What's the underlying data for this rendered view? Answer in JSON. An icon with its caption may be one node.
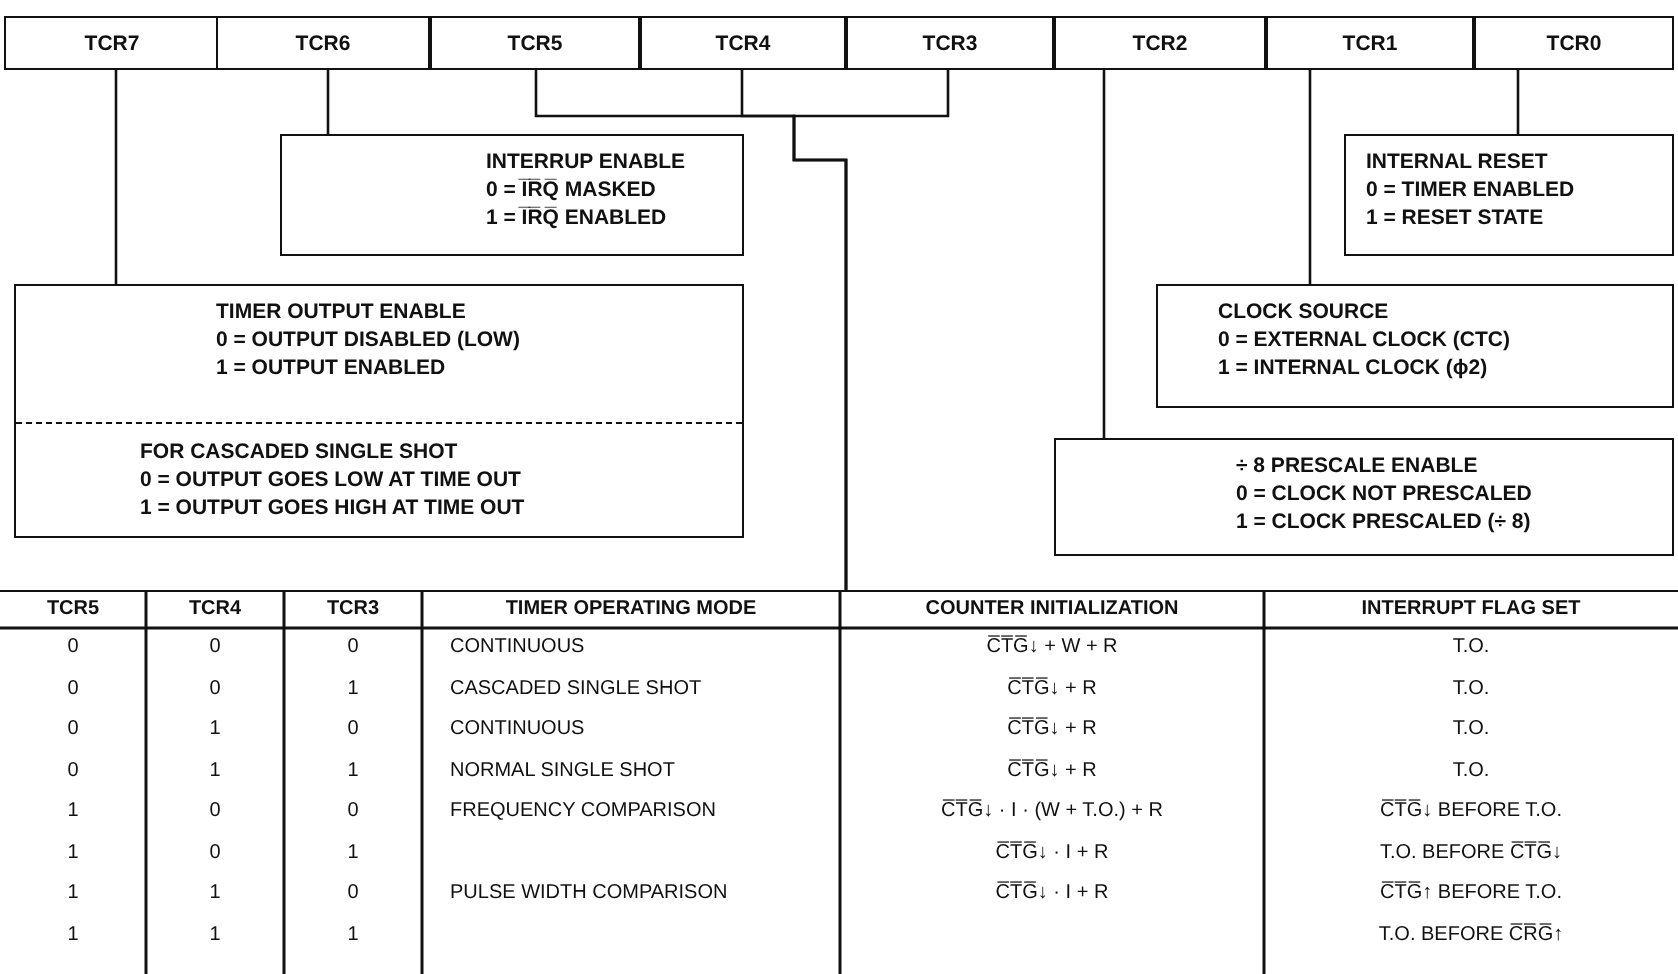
{
  "diagram": {
    "nodes": [
      {
        "text": [
          "TCR7"
        ]
      },
      {
        "text": [
          "TCR6"
        ]
      },
      {
        "text": [
          "TCR5"
        ]
      },
      {
        "text": [
          "TCR4"
        ]
      },
      {
        "text": [
          "TCR3"
        ]
      },
      {
        "text": [
          "TCR2"
        ]
      },
      {
        "text": [
          "TCR1"
        ]
      },
      {
        "text": [
          "TCR0"
        ]
      },
      {
        "text": [
          "INTERRUP ENABLE",
          "0 = I̅R̅Q̅ MASKED",
          "1 = I̅R̅Q̅ ENABLED"
        ]
      },
      {
        "text": [
          "INTERNAL RESET",
          "0 = TIMER ENABLED",
          "1 = RESET STATE"
        ]
      },
      {
        "text": [
          "TIMER OUTPUT ENABLE",
          "0 = OUTPUT DISABLED (LOW)",
          "1 = OUTPUT ENABLED",
          "FOR CASCADED SINGLE SHOT",
          "0 = OUTPUT GOES LOW AT TIME OUT",
          "1 = OUTPUT GOES HIGH AT TIME OUT"
        ]
      },
      {
        "text": [
          "CLOCK SOURCE",
          "0 = EXTERNAL CLOCK (CTC)",
          "1 = INTERNAL CLOCK (ϕ2)"
        ]
      },
      {
        "text": [
          "÷ 8 PRESCALE ENABLE",
          "0 = CLOCK NOT PRESCALED",
          "1 = CLOCK PRESCALED (÷ 8)"
        ]
      },
      {
        "text": [],
        "shape": "box"
      }
    ],
    "edges": [
      {
        "from": 0,
        "to": 10,
        "arrow": "none"
      },
      {
        "from": 1,
        "to": 8,
        "arrow": "none"
      },
      {
        "from": 2,
        "to": 13,
        "arrow": "none"
      },
      {
        "from": 3,
        "to": 13,
        "arrow": "none"
      },
      {
        "from": 4,
        "to": 13,
        "arrow": "none"
      },
      {
        "from": 5,
        "to": 12,
        "arrow": "none"
      },
      {
        "from": 6,
        "to": 11,
        "arrow": "none"
      },
      {
        "from": 7,
        "to": 9,
        "arrow": "none"
      }
    ],
    "labels": [
      "TCR5",
      "TCR4",
      "TCR3",
      "TIMER OPERATING MODE",
      "COUNTER INITIALIZATION",
      "INTERRUPT FLAG SET",
      "0",
      "0",
      "0",
      "CONTINUOUS",
      "C̅T̅G̅↓ + W + R",
      "T.O.",
      "0",
      "0",
      "1",
      "CASCADED SINGLE SHOT",
      "C̅T̅G̅↓ + R",
      "T.O.",
      "0",
      "1",
      "0",
      "CONTINUOUS",
      "C̅T̅G̅↓ + R",
      "T.O.",
      "0",
      "1",
      "1",
      "NORMAL SINGLE SHOT",
      "C̅T̅G̅↓ + R",
      "T.O.",
      "1",
      "0",
      "0",
      "FREQUENCY COMPARISON",
      "C̅T̅G̅↓ · I · (W + T.O.) + R",
      "C̅T̅G̅↓ BEFORE T.O.",
      "1",
      "0",
      "1",
      "C̅T̅G̅↓ · I + R",
      "T.O. BEFORE C̅T̅G̅↓",
      "1",
      "1",
      "0",
      "PULSE WIDTH COMPARISON",
      "C̅T̅G̅↓ · I + R",
      "C̅T̅G̅↑ BEFORE T.O.",
      "1",
      "1",
      "1",
      "T.O. BEFORE C̅R̅G̅↑"
    ]
  }
}
